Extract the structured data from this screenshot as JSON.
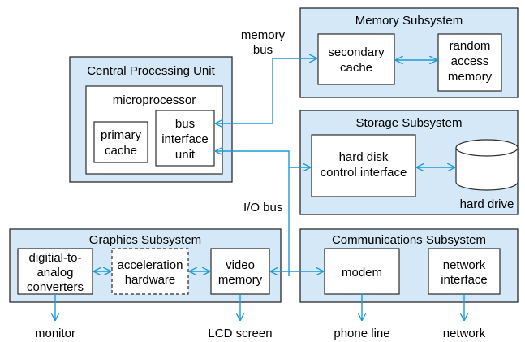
{
  "subsystems": {
    "memory": {
      "title": "Memory Subsystem",
      "secondary_cache": [
        "secondary",
        "cache"
      ],
      "ram": [
        "random",
        "access",
        "memory"
      ]
    },
    "cpu": {
      "title": "Central Processing Unit",
      "microprocessor": "microprocessor",
      "primary_cache": [
        "primary",
        "cache"
      ],
      "bus_interface": [
        "bus",
        "interface",
        "unit"
      ]
    },
    "storage": {
      "title": "Storage Subsystem",
      "hdd_interface": [
        "hard disk",
        "control interface"
      ],
      "hard_drive": "hard drive"
    },
    "graphics": {
      "title": "Graphics Subsystem",
      "dac": [
        "digitial-to-",
        "analog",
        "converters"
      ],
      "accel": [
        "acceleration",
        "hardware"
      ],
      "video_memory": [
        "video",
        "memory"
      ]
    },
    "comms": {
      "title": "Communications Subsystem",
      "modem": "modem",
      "nic": [
        "network",
        "interface"
      ]
    }
  },
  "buses": {
    "memory_bus": [
      "memory",
      "bus"
    ],
    "io_bus": "I/O bus"
  },
  "outputs": {
    "monitor": "monitor",
    "lcd": "LCD screen",
    "phone": "phone line",
    "network": "network"
  },
  "colors": {
    "panel": "#d4e8f7",
    "connector": "#1a9ad6"
  }
}
